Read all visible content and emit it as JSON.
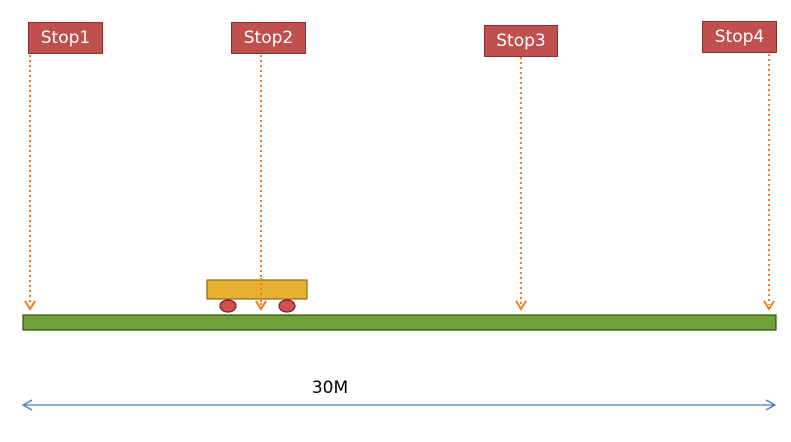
{
  "stops": [
    {
      "label": "Stop1"
    },
    {
      "label": "Stop2"
    },
    {
      "label": "Stop3"
    },
    {
      "label": "Stop4"
    }
  ],
  "track": {
    "length_label": "30M"
  },
  "colors": {
    "stop_fill": "#c0504d",
    "stop_border": "#8c2f2c",
    "arrow": "#f07c23",
    "track_fill": "#70a03a",
    "track_border": "#2d4f12",
    "cart_fill": "#e6b12f",
    "cart_border": "#8a6a12",
    "wheel_fill": "#d05050",
    "wheel_border": "#7a2020",
    "dimension_line": "#4a7fc0"
  }
}
